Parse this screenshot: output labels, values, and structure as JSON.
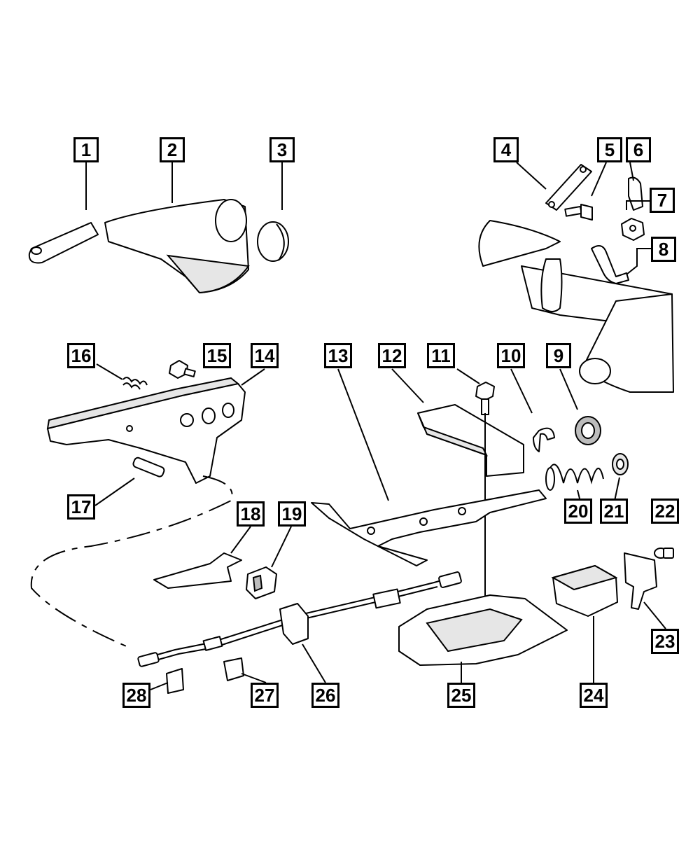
{
  "diagram": {
    "callouts": [
      {
        "id": "1",
        "label": "1"
      },
      {
        "id": "2",
        "label": "2"
      },
      {
        "id": "3",
        "label": "3"
      },
      {
        "id": "4",
        "label": "4"
      },
      {
        "id": "5",
        "label": "5"
      },
      {
        "id": "6",
        "label": "6"
      },
      {
        "id": "7",
        "label": "7"
      },
      {
        "id": "8",
        "label": "8"
      },
      {
        "id": "9",
        "label": "9"
      },
      {
        "id": "10",
        "label": "10"
      },
      {
        "id": "11",
        "label": "11"
      },
      {
        "id": "12",
        "label": "12"
      },
      {
        "id": "13",
        "label": "13"
      },
      {
        "id": "14",
        "label": "14"
      },
      {
        "id": "15",
        "label": "15"
      },
      {
        "id": "16",
        "label": "16"
      },
      {
        "id": "17",
        "label": "17"
      },
      {
        "id": "18",
        "label": "18"
      },
      {
        "id": "19",
        "label": "19"
      },
      {
        "id": "20",
        "label": "20"
      },
      {
        "id": "21",
        "label": "21"
      },
      {
        "id": "22",
        "label": "22"
      },
      {
        "id": "23",
        "label": "23"
      },
      {
        "id": "24",
        "label": "24"
      },
      {
        "id": "25",
        "label": "25"
      },
      {
        "id": "26",
        "label": "26"
      },
      {
        "id": "27",
        "label": "27"
      },
      {
        "id": "28",
        "label": "28"
      }
    ],
    "colors": {
      "line": "#000000",
      "background": "#ffffff",
      "shade": "#e6e6e6"
    }
  }
}
